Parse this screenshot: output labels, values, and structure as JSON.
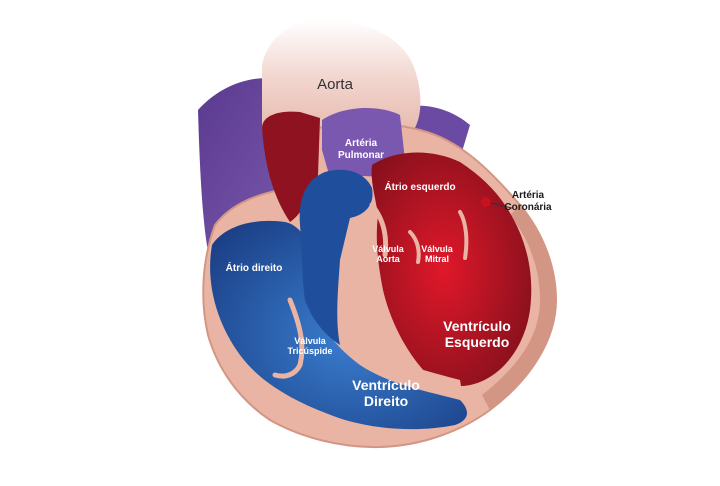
{
  "labels": {
    "aorta": "Aorta",
    "pulmonary_artery": [
      "Artéria",
      "Pulmonar"
    ],
    "left_atrium": "Átrio esquerdo",
    "coronary_artery": [
      "Artéria",
      "Coronária"
    ],
    "aortic_valve": [
      "Válvula",
      "Aorta"
    ],
    "mitral_valve": [
      "Válvula",
      "Mitral"
    ],
    "right_atrium": "Átrio direito",
    "tricuspid_valve": [
      "Válvula",
      "Tricúspide"
    ],
    "left_ventricle": [
      "Ventrículo",
      "Esquerdo"
    ],
    "right_ventricle": [
      "Ventrículo",
      "Direito"
    ]
  },
  "colors": {
    "tissue": "#e9b4a4",
    "tissue_dark": "#d39684",
    "aorta": "#f2d6cf",
    "vein_purple": "#6e4a9e",
    "blue_dark": "#1b3f86",
    "blue_light": "#2e6fc2",
    "red_dark": "#7a0f1a",
    "red_light": "#e0182a",
    "label_text": "#ffffff"
  }
}
